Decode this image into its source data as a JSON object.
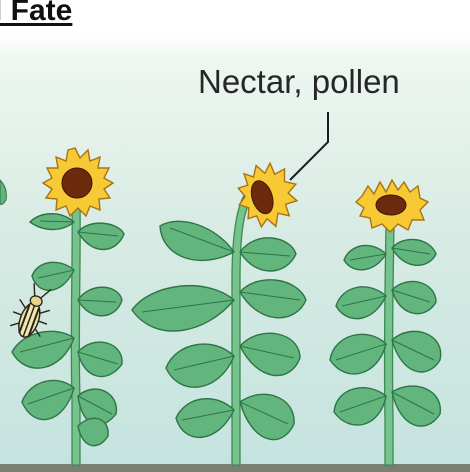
{
  "heading": "l Fate",
  "callout": "Nectar, pollen",
  "colors": {
    "stem": "#76c38d",
    "stem_edge": "#3c8a55",
    "leaf": "#62b57c",
    "leaf_edge": "#2f7447",
    "petal": "#f7c935",
    "petal_edge": "#a87413",
    "seed_head": "#6b2a0c",
    "beetle_body": "#f1e7b0",
    "beetle_stripe": "#2a2418",
    "ground": "#7a7e73"
  },
  "icons": [
    "sunflower-plant",
    "sunflower-plant-drooping",
    "sunflower-plant-wilted",
    "beetle-icon"
  ]
}
